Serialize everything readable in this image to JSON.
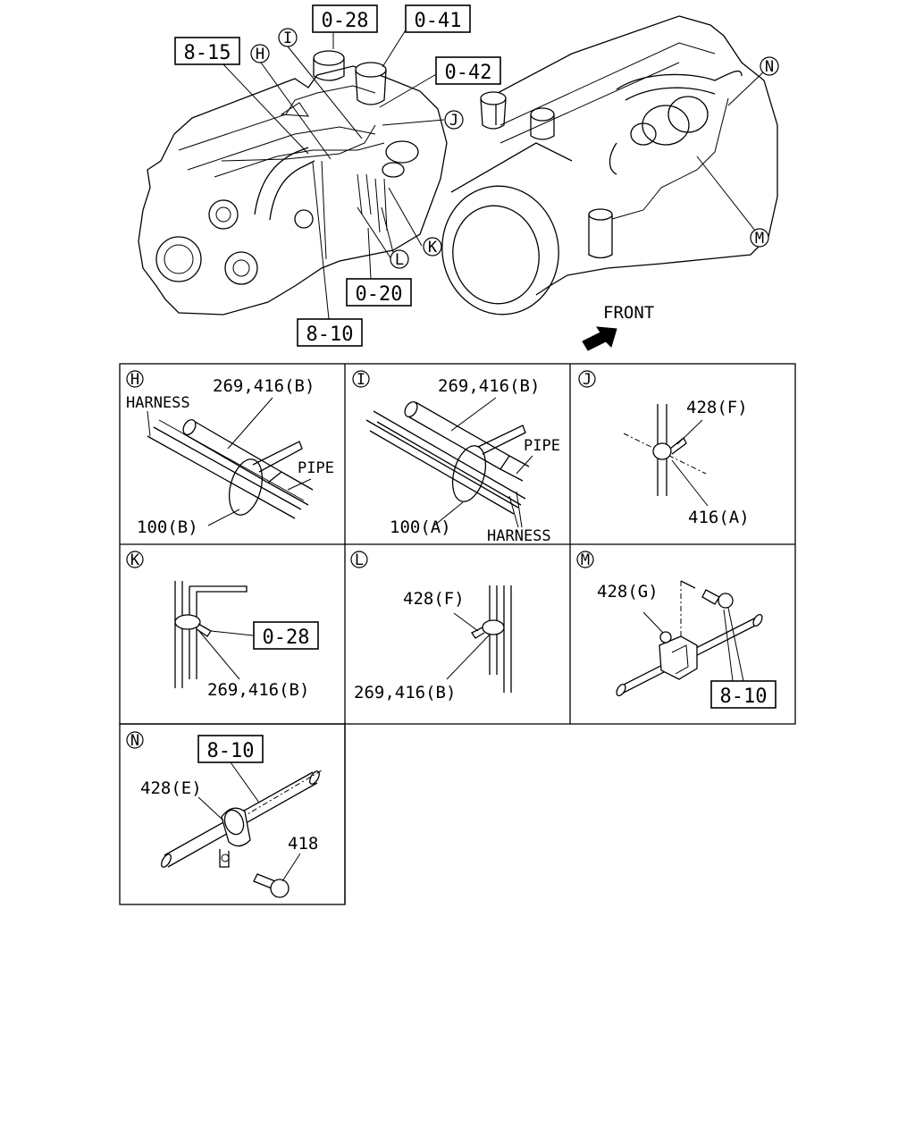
{
  "overview": {
    "refs": {
      "r028": "0-28",
      "r041": "0-41",
      "r042": "0-42",
      "r815": "8-15",
      "r020": "0-20",
      "r810": "8-10"
    },
    "callouts": {
      "H": "H",
      "I": "I",
      "J": "J",
      "K": "K",
      "L": "L",
      "M": "M",
      "N": "N"
    },
    "front_label": "FRONT"
  },
  "details": {
    "H": {
      "letter": "H",
      "part_top": "269,416(B)",
      "harness": "HARNESS",
      "pipe": "PIPE",
      "part_bottom": "100(B)"
    },
    "I": {
      "letter": "I",
      "part_top": "269,416(B)",
      "pipe": "PIPE",
      "part_bottom": "100(A)",
      "harness": "HARNESS"
    },
    "J": {
      "letter": "J",
      "part_top": "428(F)",
      "part_bottom": "416(A)"
    },
    "K": {
      "letter": "K",
      "ref": "0-28",
      "part_bottom": "269,416(B)"
    },
    "L": {
      "letter": "L",
      "part_top": "428(F)",
      "part_bottom": "269,416(B)"
    },
    "M": {
      "letter": "M",
      "part_top": "428(G)",
      "ref": "8-10"
    },
    "N": {
      "letter": "N",
      "ref": "8-10",
      "part_left": "428(E)",
      "part_right": "418"
    }
  }
}
